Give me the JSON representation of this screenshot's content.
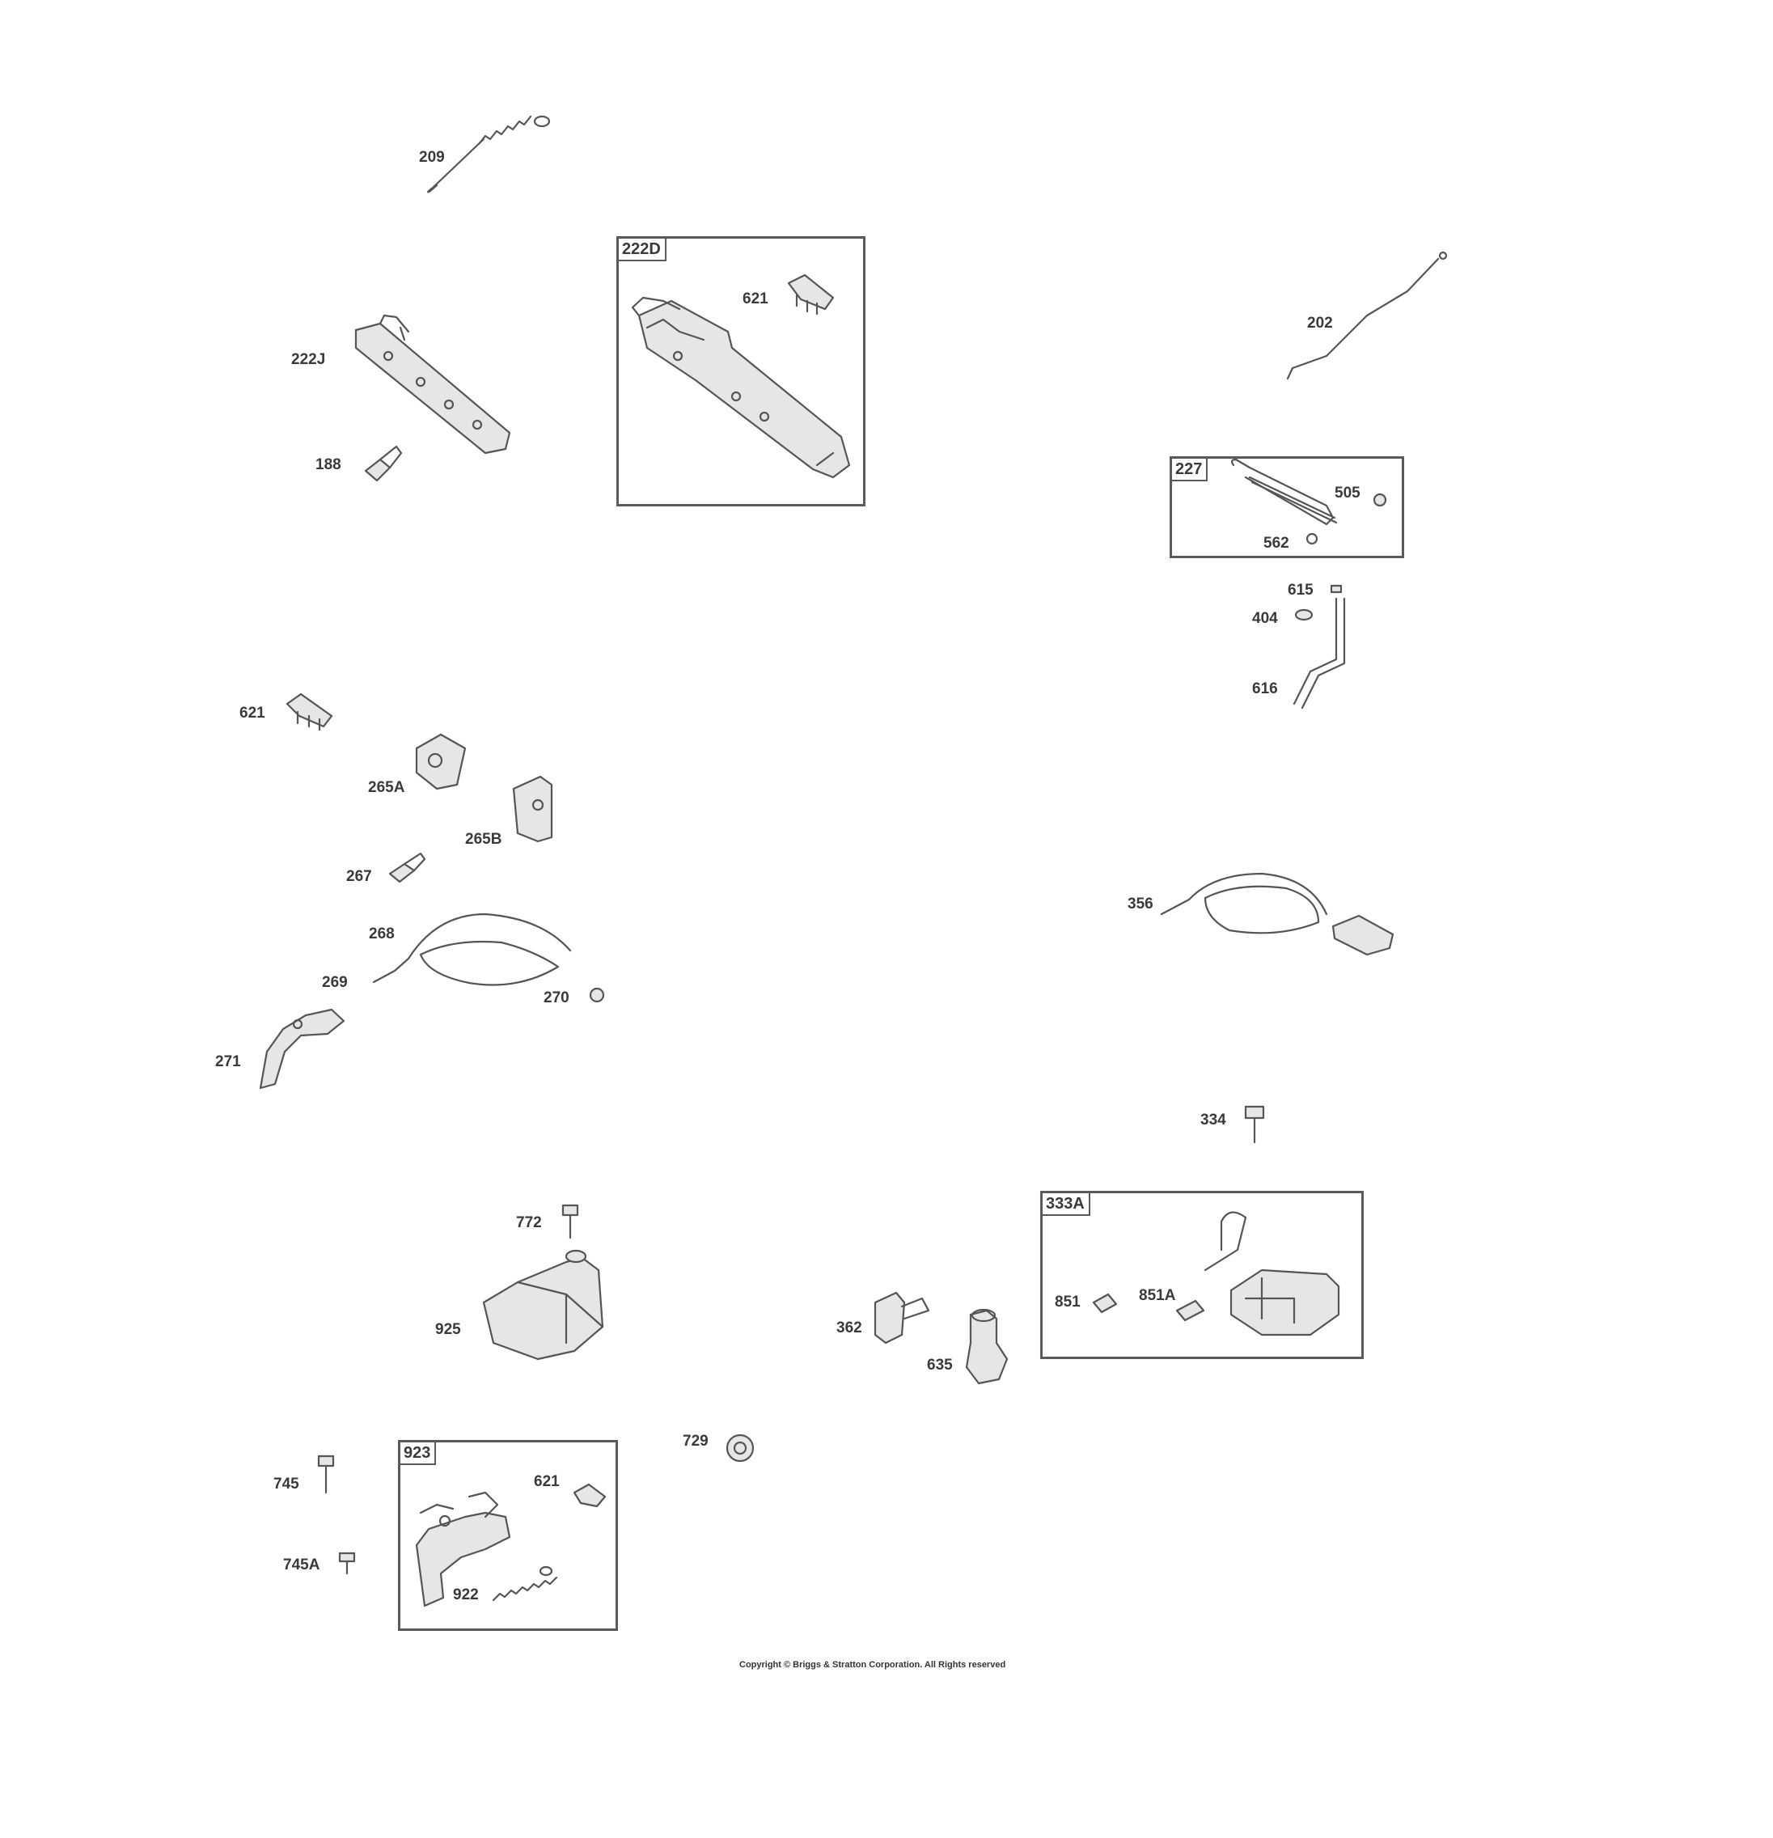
{
  "kits": [
    {
      "id": "222D"
    },
    {
      "id": "227"
    },
    {
      "id": "333A"
    },
    {
      "id": "923"
    }
  ],
  "callouts": {
    "c209": "209",
    "c222J": "222J",
    "c188": "188",
    "c621a": "621",
    "c202": "202",
    "c505": "505",
    "c562": "562",
    "c615": "615",
    "c404": "404",
    "c616": "616",
    "c621b": "621",
    "c265A": "265A",
    "c265B": "265B",
    "c267": "267",
    "c268": "268",
    "c269": "269",
    "c270": "270",
    "c271": "271",
    "c356": "356",
    "c334": "334",
    "c772": "772",
    "c925": "925",
    "c362": "362",
    "c635": "635",
    "c851": "851",
    "c851A": "851A",
    "c729": "729",
    "c745": "745",
    "c745A": "745A",
    "c621c": "621",
    "c922": "922"
  },
  "footer": {
    "copyright": "Copyright © Briggs & Stratton Corporation. All Rights reserved"
  }
}
